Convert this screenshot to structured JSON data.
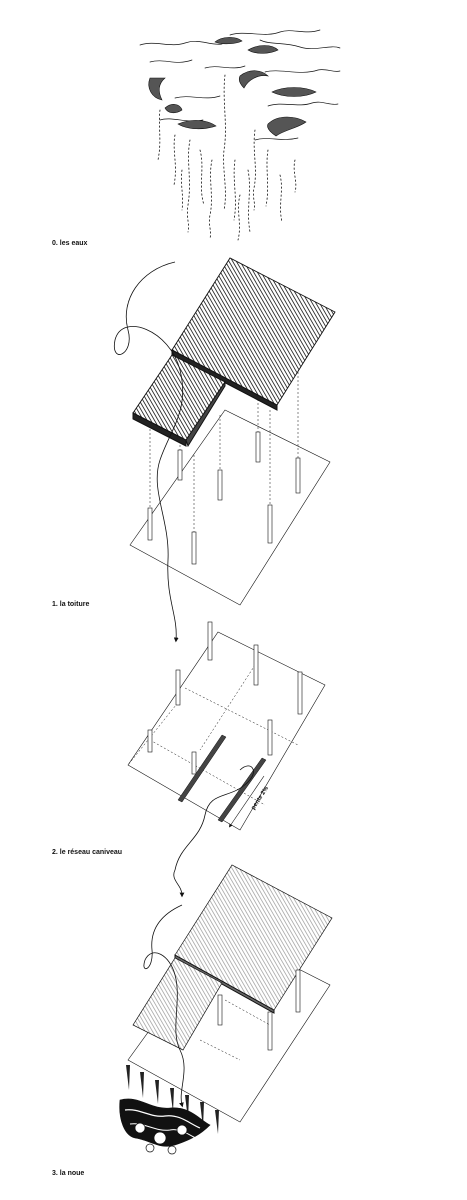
{
  "steps": [
    {
      "label": "0. les eaux"
    },
    {
      "label": "1. la toiture"
    },
    {
      "label": "2. le réseau caniveau"
    },
    {
      "label": "3. la noue"
    }
  ],
  "annotations": {
    "slope": "pente 2%"
  },
  "colors": {
    "ink": "#111111",
    "cloud_fill": "#555555",
    "background": "#ffffff"
  }
}
